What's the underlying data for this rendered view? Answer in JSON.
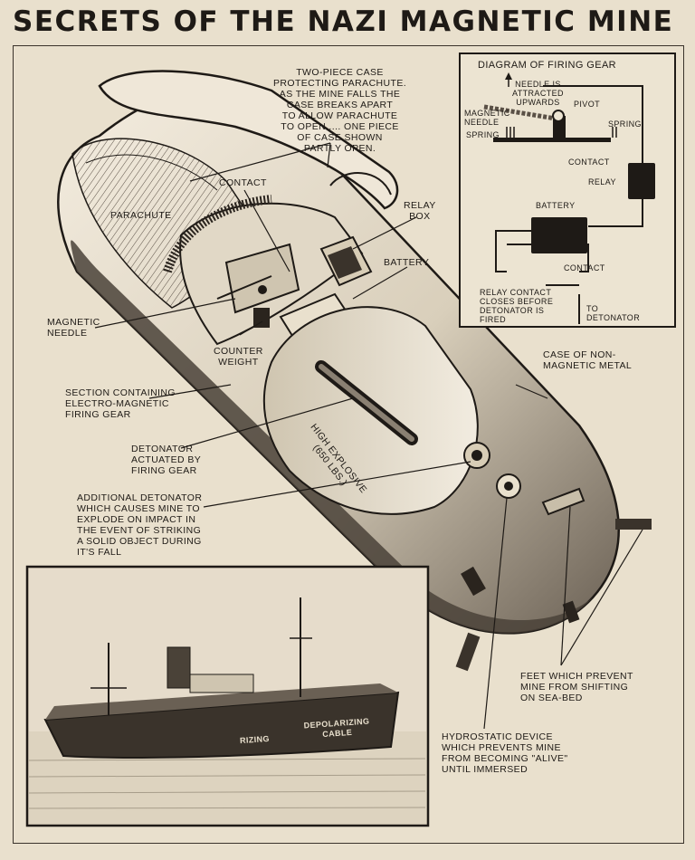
{
  "title": "SECRETS OF THE NAZI MAGNETIC MINE",
  "firing_gear": {
    "heading": "DIAGRAM OF FIRING GEAR",
    "needle_note": "NEEDLE IS\nATTRACTED\nUPWARDS",
    "pivot": "PIVOT",
    "magnetic_needle": "MAGNETIC\nNEEDLE",
    "spring_left": "SPRING",
    "spring_right": "SPRING",
    "contact_top": "CONTACT",
    "relay": "RELAY",
    "battery": "BATTERY",
    "contact_bottom": "CONTACT",
    "relay_contact": "RELAY CONTACT\nCLOSES BEFORE\nDETONATOR IS\nFIRED",
    "to_detonator": "TO\nDETONATOR"
  },
  "mine": {
    "case_note": "TWO-PIECE CASE\nPROTECTING PARACHUTE.\nAS THE MINE FALLS THE\nCASE BREAKS APART\nTO ALLOW PARACHUTE\nTO OPEN .... ONE PIECE\nOF CASE SHOWN\nPARTLY OPEN.",
    "parachute": "PARACHUTE",
    "contact": "CONTACT",
    "relay_box": "RELAY\nBOX",
    "battery": "BATTERY",
    "magnetic_needle": "MAGNETIC\nNEEDLE",
    "counter_weight": "COUNTER\nWEIGHT",
    "section": "SECTION CONTAINING\nELECTRO-MAGNETIC\nFIRING GEAR",
    "case_metal": "CASE OF NON-\nMAGNETIC METAL",
    "high_explosive": "HIGH EXPLOSIVE\n(650 lbs.)",
    "detonator": "DETONATOR\nACTUATED BY\nFIRING GEAR",
    "additional_detonator": "ADDITIONAL DETONATOR\nWHICH CAUSES MINE TO\nEXPLODE ON IMPACT IN\nTHE EVENT OF STRIKING\nA SOLID OBJECT DURING\nIT'S FALL",
    "feet": "FEET WHICH PREVENT\nMINE FROM SHIFTING\nON SEA-BED",
    "hydrostatic": "HYDROSTATIC DEVICE\nWHICH PREVENTS MINE\nFROM BECOMING \"ALIVE\"\nUNTIL IMMERSED"
  },
  "ship": {
    "hull_text": "RIZING",
    "cable_text": "DEPOLARIZING\nCABLE"
  },
  "colors": {
    "paper": "#e9e0cd",
    "ink": "#1e1a16",
    "shade": "#3a332b",
    "light": "#d8cdb6"
  }
}
